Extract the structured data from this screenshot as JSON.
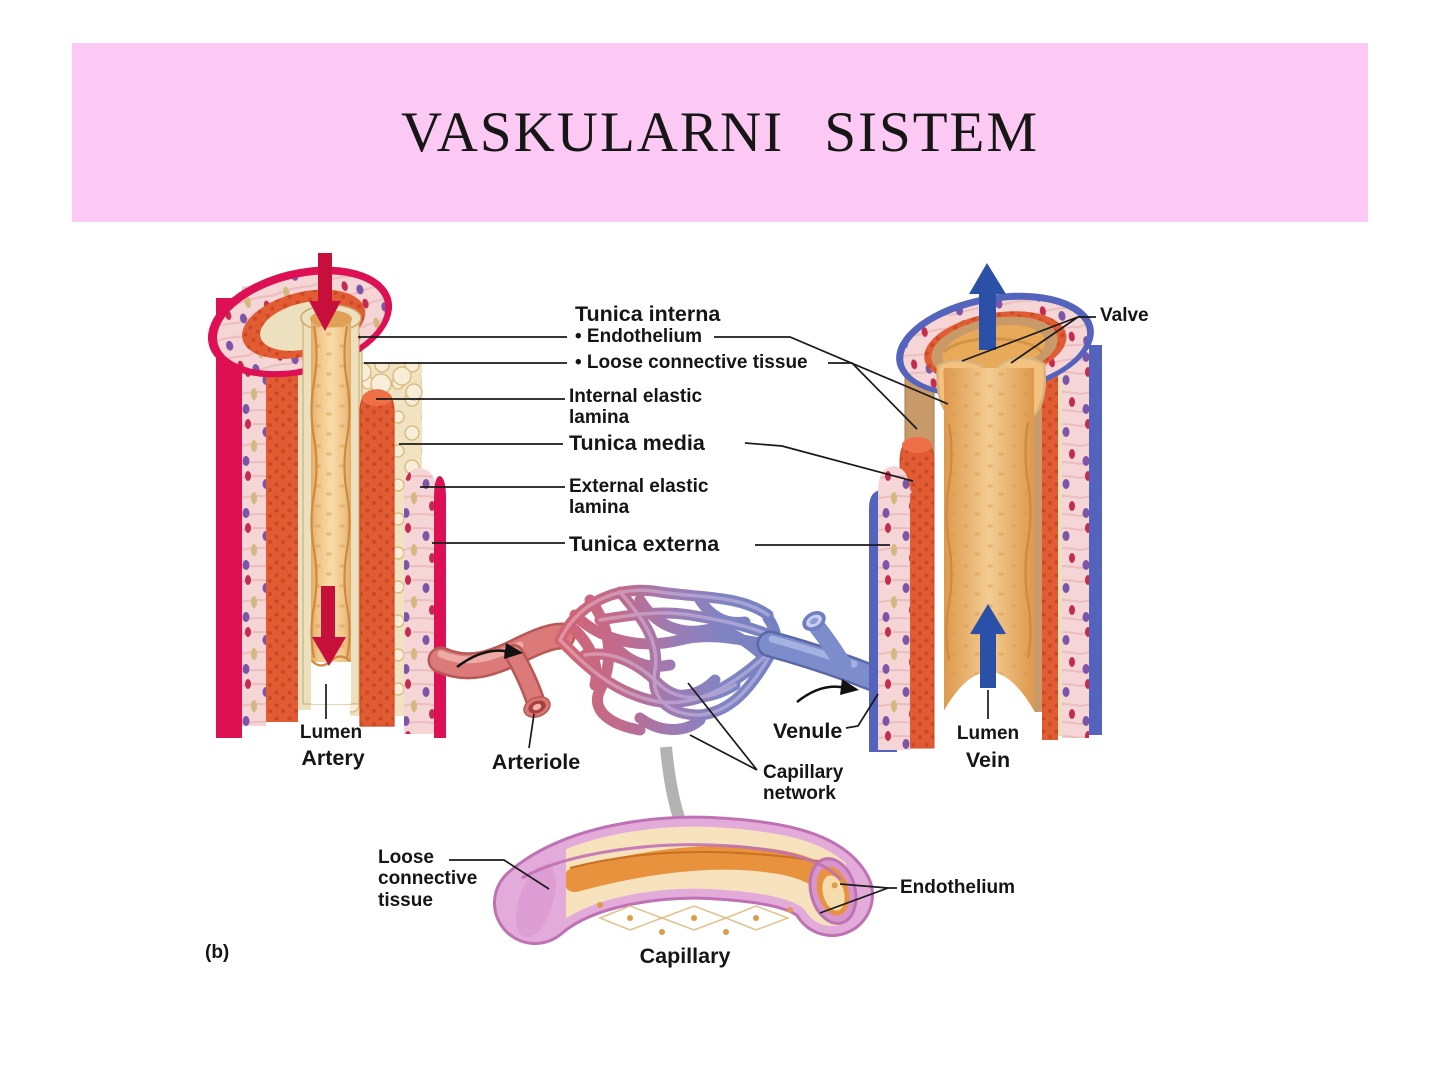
{
  "slide": {
    "title": "VASKULARNI SISTEM"
  },
  "figure": {
    "panel_letter": "(b)",
    "wall_layer_labels": {
      "tunica_interna": "Tunica interna",
      "endothelium": "• Endothelium",
      "loose_connective_tissue": "• Loose connective tissue",
      "internal_elastic_lamina": "Internal elastic lamina",
      "tunica_media": "Tunica media",
      "external_elastic_lamina": "External elastic lamina",
      "tunica_externa": "Tunica externa"
    },
    "vessel_labels": {
      "artery_lumen": "Lumen",
      "artery": "Artery",
      "arteriole": "Arteriole",
      "capillary_network": "Capillary network",
      "venule": "Venule",
      "vein_lumen": "Lumen",
      "vein": "Vein",
      "valve": "Valve",
      "capillary": "Capillary",
      "capillary_loose_connective_tissue": "Loose connective tissue",
      "capillary_endothelium": "Endothelium"
    },
    "colors": {
      "banner_pink": "#FBC9F3",
      "artery_outer_red": "#DC1052",
      "tunica_media_orange": "#E25C33",
      "elastic_cream": "#EDE0BE",
      "lumen_tan": "#F2CE96",
      "artery_arrow_red": "#C60F3A",
      "vein_outer_blue": "#5463BC",
      "vein_arrow_blue": "#2B50A8",
      "capillary_pink": "#E3ABD9",
      "zoom_arrow_gray": "#B3B2B2"
    }
  }
}
